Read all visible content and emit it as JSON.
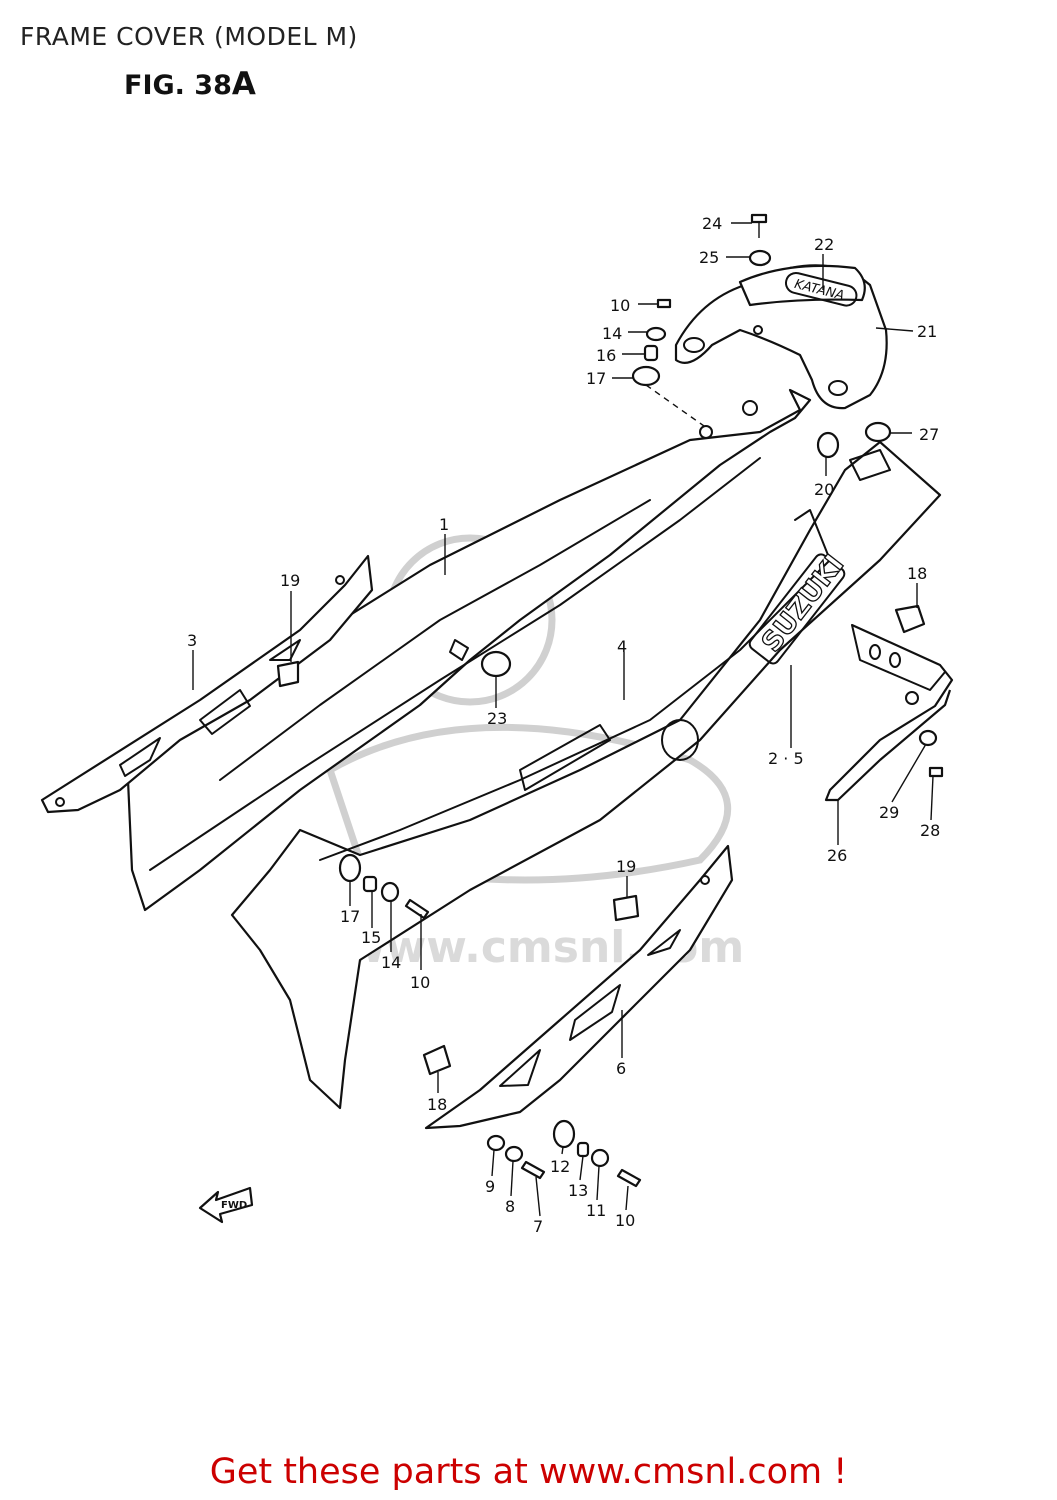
{
  "header": {
    "title": "FRAME COVER (MODEL M)",
    "figure_main": "FIG. 38",
    "figure_suffix": "A"
  },
  "diagram": {
    "fwd_label": "FWD",
    "emblem_text": "SUZUKI",
    "tail_badge_text": "KATANA",
    "watermark_text": "www.cmsnl.com",
    "callouts": [
      {
        "id": "c24",
        "label": "24"
      },
      {
        "id": "c25",
        "label": "25"
      },
      {
        "id": "c22",
        "label": "22"
      },
      {
        "id": "c10a",
        "label": "10"
      },
      {
        "id": "c14a",
        "label": "14"
      },
      {
        "id": "c16",
        "label": "16"
      },
      {
        "id": "c17a",
        "label": "17"
      },
      {
        "id": "c21",
        "label": "21"
      },
      {
        "id": "c27",
        "label": "27"
      },
      {
        "id": "c20",
        "label": "20"
      },
      {
        "id": "c1",
        "label": "1"
      },
      {
        "id": "c19a",
        "label": "19"
      },
      {
        "id": "c3",
        "label": "3"
      },
      {
        "id": "c18a",
        "label": "18"
      },
      {
        "id": "c4",
        "label": "4"
      },
      {
        "id": "c23",
        "label": "23"
      },
      {
        "id": "c25b",
        "label": "2 · 5"
      },
      {
        "id": "c29",
        "label": "29"
      },
      {
        "id": "c28",
        "label": "28"
      },
      {
        "id": "c26",
        "label": "26"
      },
      {
        "id": "c19b",
        "label": "19"
      },
      {
        "id": "c17b",
        "label": "17"
      },
      {
        "id": "c15",
        "label": "15"
      },
      {
        "id": "c14b",
        "label": "14"
      },
      {
        "id": "c10b",
        "label": "10"
      },
      {
        "id": "c6",
        "label": "6"
      },
      {
        "id": "c18b",
        "label": "18"
      },
      {
        "id": "c9",
        "label": "9"
      },
      {
        "id": "c8",
        "label": "8"
      },
      {
        "id": "c7",
        "label": "7"
      },
      {
        "id": "c12",
        "label": "12"
      },
      {
        "id": "c13",
        "label": "13"
      },
      {
        "id": "c11",
        "label": "11"
      },
      {
        "id": "c10c",
        "label": "10"
      }
    ]
  },
  "footer": {
    "link_text": "Get these parts at www.cmsnl.com !"
  }
}
